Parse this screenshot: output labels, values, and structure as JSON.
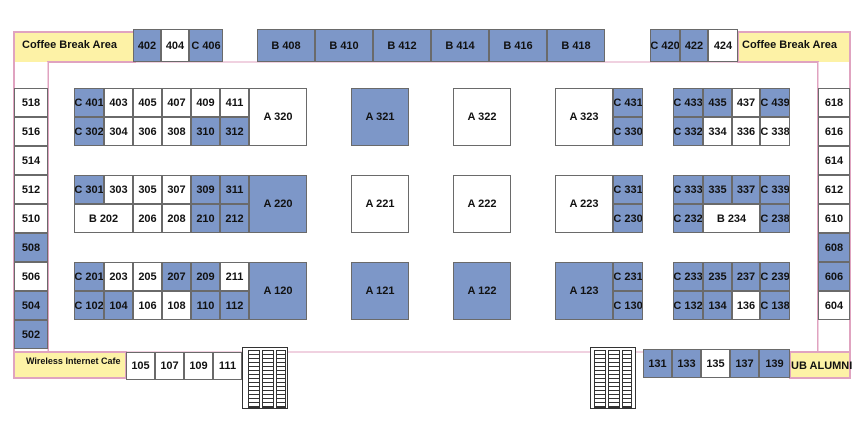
{
  "areas": {
    "coffee_left": "Coffee Break Area",
    "coffee_right": "Coffee Break Area",
    "wireless": "Wireless Internet Cafe",
    "alumni": "UB ALUMNI"
  },
  "colors": {
    "taken": "#7d97c8",
    "open": "#ffffff",
    "amenity": "#fdf2a6",
    "border_pink": "#e0a3c0"
  },
  "booths": [
    {
      "id": "402",
      "taken": true
    },
    {
      "id": "404",
      "taken": false
    },
    {
      "id": "C 406",
      "taken": true
    },
    {
      "id": "B 408",
      "taken": true
    },
    {
      "id": "B 410",
      "taken": true
    },
    {
      "id": "B 412",
      "taken": true
    },
    {
      "id": "B 414",
      "taken": true
    },
    {
      "id": "B 416",
      "taken": true
    },
    {
      "id": "B 418",
      "taken": true
    },
    {
      "id": "C 420",
      "taken": true
    },
    {
      "id": "422",
      "taken": true
    },
    {
      "id": "424",
      "taken": false
    },
    {
      "id": "518",
      "taken": false
    },
    {
      "id": "516",
      "taken": false
    },
    {
      "id": "514",
      "taken": false
    },
    {
      "id": "512",
      "taken": false
    },
    {
      "id": "510",
      "taken": false
    },
    {
      "id": "508",
      "taken": true
    },
    {
      "id": "506",
      "taken": false
    },
    {
      "id": "504",
      "taken": true
    },
    {
      "id": "502",
      "taken": true
    },
    {
      "id": "618",
      "taken": false
    },
    {
      "id": "616",
      "taken": false
    },
    {
      "id": "614",
      "taken": false
    },
    {
      "id": "612",
      "taken": false
    },
    {
      "id": "610",
      "taken": false
    },
    {
      "id": "608",
      "taken": true
    },
    {
      "id": "606",
      "taken": true
    },
    {
      "id": "604",
      "taken": false
    },
    {
      "id": "C 401",
      "taken": true
    },
    {
      "id": "403",
      "taken": false
    },
    {
      "id": "405",
      "taken": false
    },
    {
      "id": "407",
      "taken": false
    },
    {
      "id": "409",
      "taken": false
    },
    {
      "id": "411",
      "taken": false
    },
    {
      "id": "C 302",
      "taken": true
    },
    {
      "id": "304",
      "taken": false
    },
    {
      "id": "306",
      "taken": false
    },
    {
      "id": "308",
      "taken": false
    },
    {
      "id": "310",
      "taken": true
    },
    {
      "id": "312",
      "taken": true
    },
    {
      "id": "A 320",
      "taken": false
    },
    {
      "id": "C 301",
      "taken": true
    },
    {
      "id": "303",
      "taken": false
    },
    {
      "id": "305",
      "taken": false
    },
    {
      "id": "307",
      "taken": false
    },
    {
      "id": "309",
      "taken": true
    },
    {
      "id": "311",
      "taken": true
    },
    {
      "id": "B 202",
      "taken": false
    },
    {
      "id": "206",
      "taken": false
    },
    {
      "id": "208",
      "taken": false
    },
    {
      "id": "210",
      "taken": true
    },
    {
      "id": "212",
      "taken": true
    },
    {
      "id": "A 220",
      "taken": true
    },
    {
      "id": "C 201",
      "taken": true
    },
    {
      "id": "203",
      "taken": false
    },
    {
      "id": "205",
      "taken": false
    },
    {
      "id": "207",
      "taken": true
    },
    {
      "id": "209",
      "taken": true
    },
    {
      "id": "211",
      "taken": false
    },
    {
      "id": "C 102",
      "taken": true
    },
    {
      "id": "104",
      "taken": true
    },
    {
      "id": "106",
      "taken": false
    },
    {
      "id": "108",
      "taken": false
    },
    {
      "id": "110",
      "taken": true
    },
    {
      "id": "112",
      "taken": true
    },
    {
      "id": "A 120",
      "taken": true
    },
    {
      "id": "A 321",
      "taken": true
    },
    {
      "id": "A 322",
      "taken": false
    },
    {
      "id": "A 221",
      "taken": false
    },
    {
      "id": "A 222",
      "taken": false
    },
    {
      "id": "A 121",
      "taken": true
    },
    {
      "id": "A 122",
      "taken": true
    },
    {
      "id": "A 323",
      "taken": false
    },
    {
      "id": "C 431",
      "taken": true
    },
    {
      "id": "C 330",
      "taken": true
    },
    {
      "id": "A 223",
      "taken": false
    },
    {
      "id": "C 331",
      "taken": true
    },
    {
      "id": "C 230",
      "taken": true
    },
    {
      "id": "A 123",
      "taken": true
    },
    {
      "id": "C 231",
      "taken": true
    },
    {
      "id": "C 130",
      "taken": true
    },
    {
      "id": "C 433",
      "taken": true
    },
    {
      "id": "435",
      "taken": true
    },
    {
      "id": "437",
      "taken": false
    },
    {
      "id": "C 439",
      "taken": true
    },
    {
      "id": "C 332",
      "taken": true
    },
    {
      "id": "334",
      "taken": false
    },
    {
      "id": "336",
      "taken": false
    },
    {
      "id": "C 338",
      "taken": false
    },
    {
      "id": "C 333",
      "taken": true
    },
    {
      "id": "335",
      "taken": true
    },
    {
      "id": "337",
      "taken": true
    },
    {
      "id": "C 339",
      "taken": true
    },
    {
      "id": "C 232",
      "taken": true
    },
    {
      "id": "B 234",
      "taken": false
    },
    {
      "id": "C 238",
      "taken": true
    },
    {
      "id": "C 233",
      "taken": true
    },
    {
      "id": "235",
      "taken": true
    },
    {
      "id": "237",
      "taken": true
    },
    {
      "id": "C 239",
      "taken": true
    },
    {
      "id": "C 132",
      "taken": true
    },
    {
      "id": "134",
      "taken": true
    },
    {
      "id": "136",
      "taken": false
    },
    {
      "id": "C 138",
      "taken": true
    },
    {
      "id": "105",
      "taken": false
    },
    {
      "id": "107",
      "taken": false
    },
    {
      "id": "109",
      "taken": false
    },
    {
      "id": "111",
      "taken": false
    },
    {
      "id": "131",
      "taken": true
    },
    {
      "id": "133",
      "taken": true
    },
    {
      "id": "135",
      "taken": false
    },
    {
      "id": "137",
      "taken": true
    },
    {
      "id": "139",
      "taken": true
    }
  ]
}
